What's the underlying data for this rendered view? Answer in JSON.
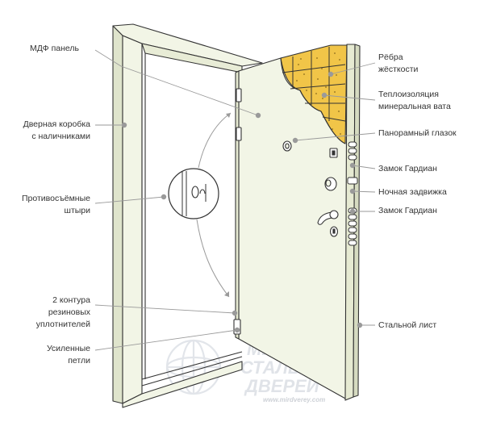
{
  "colors": {
    "door_fill": "#f2f5e6",
    "outline": "#333333",
    "leader": "#9a9a9a",
    "dot": "#9a9a9a",
    "insulation": "#f1c548",
    "insulation_speck": "#8a6a1e",
    "watermark": "#d9dde3"
  },
  "labels": {
    "mdf_panel": "МДФ панель",
    "frame_line1": "Дверная коробка",
    "frame_line2": "с наличниками",
    "antiremoval_line1": "Противосъёмные",
    "antiremoval_line2": "штыри",
    "seals_line1": "2 контура",
    "seals_line2": "резиновых",
    "seals_line3": "уплотнителей",
    "hinges_line1": "Усиленные",
    "hinges_line2": "петли",
    "ribs_line1": "Рёбра",
    "ribs_line2": "жёсткости",
    "insulation_line1": "Теплоизоляция",
    "insulation_line2": "минеральная вата",
    "peephole": "Панорамный глазок",
    "lock_1": "Замок Гардиан",
    "night_latch": "Ночная задвижка",
    "lock_2": "Замок Гардиан",
    "steel_sheet": "Стальной лист"
  },
  "watermark": {
    "line1": "МИР",
    "line2": "СТАЛЬНЫХ",
    "line3": "ДВЕРЕЙ",
    "url": "www.mirdverey.com"
  }
}
